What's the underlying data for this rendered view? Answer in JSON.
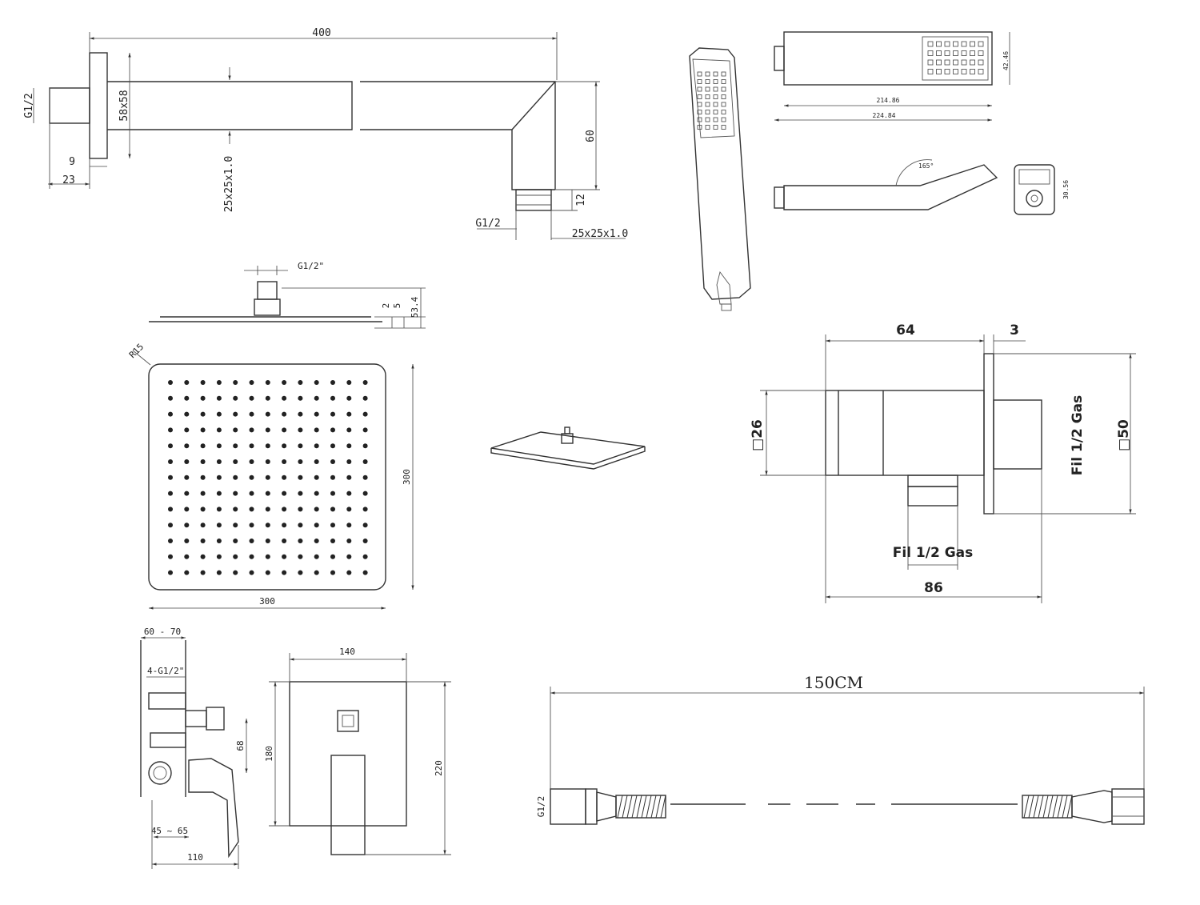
{
  "shower_arm": {
    "length": "400",
    "size_58": "58x58",
    "thread_in": "G1/2",
    "thread_out": "G1/2",
    "d9": "9",
    "d23": "23",
    "tube": "25x25x1.0",
    "tube2": "25x25x1.0",
    "drop": "60",
    "d12": "12"
  },
  "hand_shower": {
    "length_inner": "214.86",
    "length_total": "224.84",
    "height": "42.46",
    "angle": "165°",
    "side_dim": "30.56"
  },
  "rain_head": {
    "thread": "G1/2\"",
    "h2": "2",
    "h5": "5",
    "h534": "53.4",
    "radius": "R15",
    "width": "300",
    "height": "300"
  },
  "outlet": {
    "d64": "64",
    "d3": "3",
    "sq26": "□26",
    "sq50": "□50",
    "thread_side": "Fil 1/2 Gas",
    "thread_bottom": "Fil 1/2 Gas",
    "d86": "86"
  },
  "mixer": {
    "depth": "60 - 70",
    "ports": "4-G1/2\"",
    "d68": "68",
    "d4565": "45 ~ 65",
    "d110": "110",
    "plate_w": "140",
    "plate_h": "180",
    "total_h": "220"
  },
  "hose": {
    "length": "150CM",
    "thread": "G1/2"
  }
}
